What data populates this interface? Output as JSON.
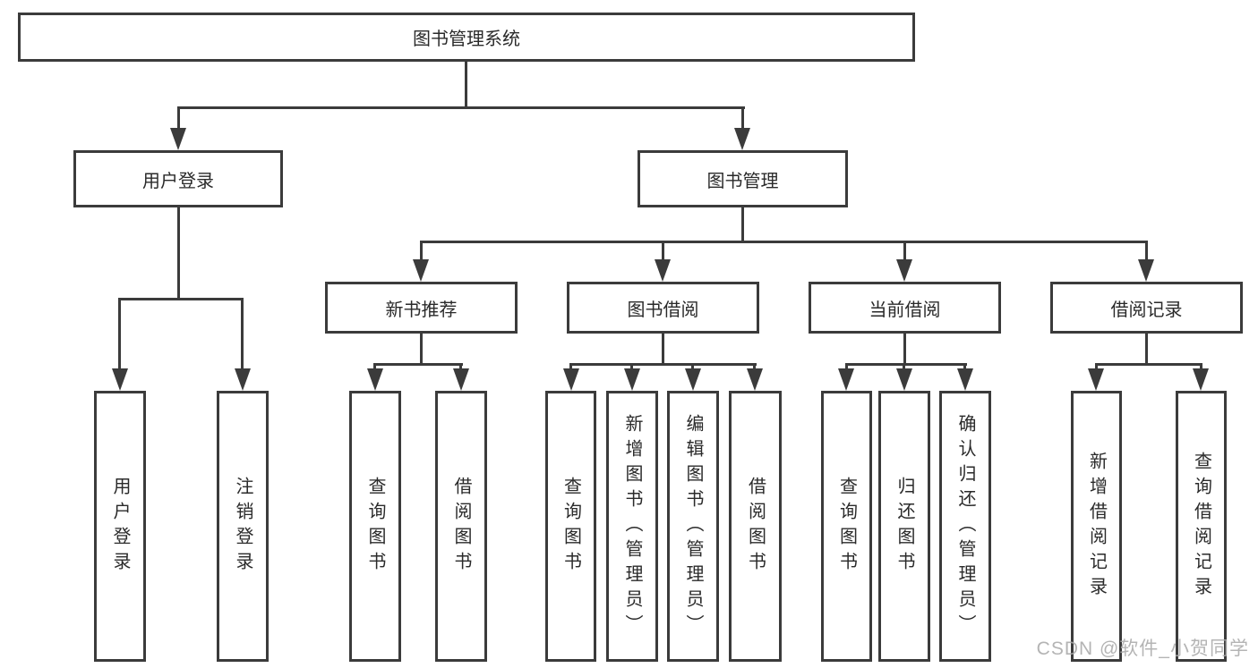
{
  "root": {
    "label": "图书管理系统"
  },
  "level2": {
    "user_login": {
      "label": "用户登录"
    },
    "book_mgmt": {
      "label": "图书管理"
    }
  },
  "level3": {
    "new_book": {
      "label": "新书推荐"
    },
    "book_borrow": {
      "label": "图书借阅"
    },
    "current_borrow": {
      "label": "当前借阅"
    },
    "borrow_record": {
      "label": "借阅记录"
    }
  },
  "leaves": {
    "user_login": {
      "label": "用户登录"
    },
    "logout": {
      "label": "注销登录"
    },
    "query_book_new": {
      "label": "查询图书"
    },
    "borrow_book_new": {
      "label": "借阅图书"
    },
    "query_book_borrow": {
      "label": "查询图书"
    },
    "add_book": {
      "label": "新增图书（管理员）"
    },
    "edit_book": {
      "label": "编辑图书（管理员）"
    },
    "borrow_book_borrow": {
      "label": "借阅图书"
    },
    "query_book_current": {
      "label": "查询图书"
    },
    "return_book": {
      "label": "归还图书"
    },
    "confirm_return": {
      "label": "确认归还（管理员）"
    },
    "add_borrow_record": {
      "label": "新增借阅记录"
    },
    "query_borrow_record": {
      "label": "查询借阅记录"
    }
  },
  "watermark": {
    "text": "CSDN @软件_小贺同学"
  },
  "colors": {
    "line": "#3b3b3b",
    "text": "#2a2a2a",
    "watermark": "#aaaaaa",
    "background": "#ffffff"
  }
}
